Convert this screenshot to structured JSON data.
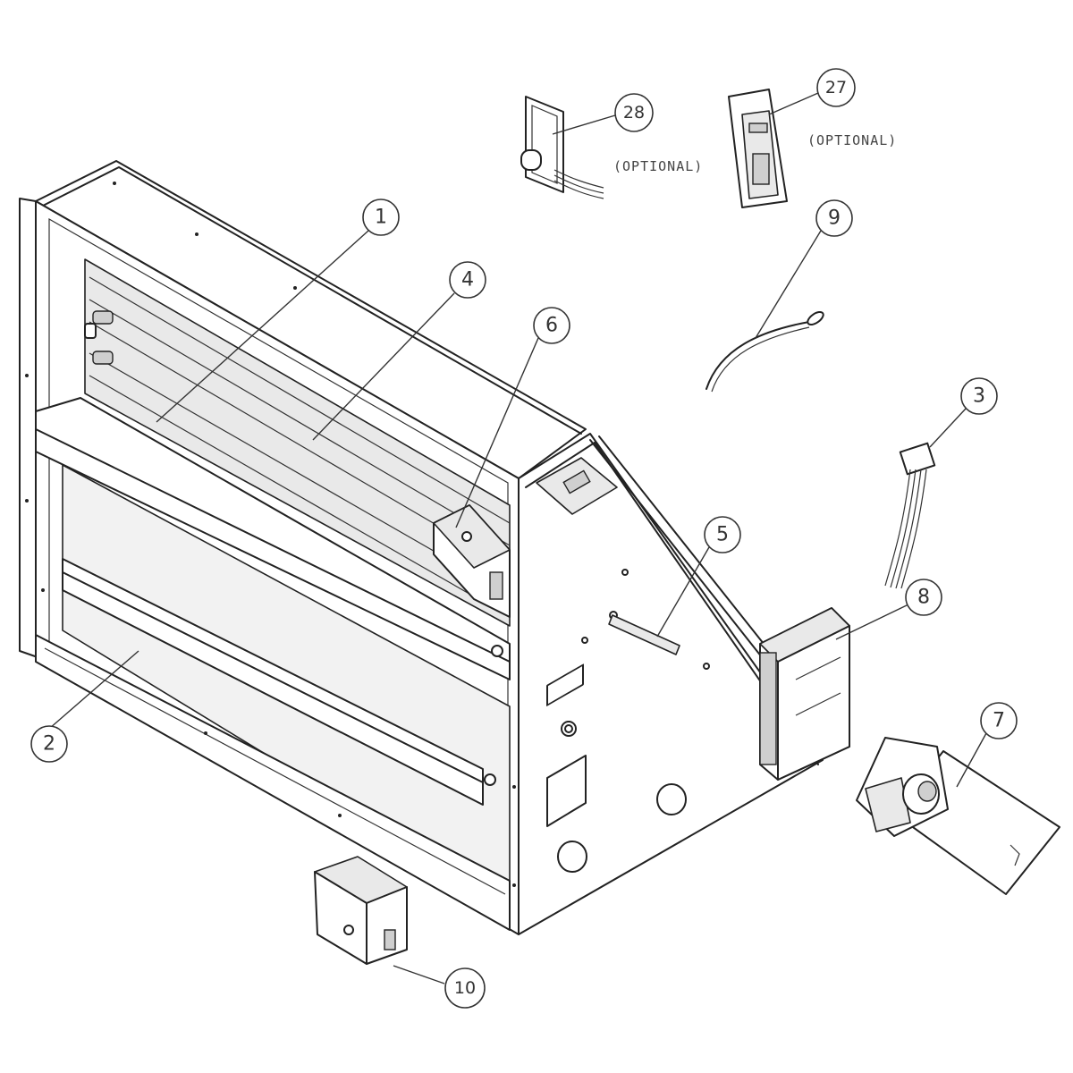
{
  "diagram": {
    "callouts": [
      {
        "id": "1",
        "label": "1"
      },
      {
        "id": "2",
        "label": "2"
      },
      {
        "id": "3",
        "label": "3"
      },
      {
        "id": "4",
        "label": "4"
      },
      {
        "id": "5",
        "label": "5"
      },
      {
        "id": "6",
        "label": "6"
      },
      {
        "id": "7",
        "label": "7"
      },
      {
        "id": "8",
        "label": "8"
      },
      {
        "id": "9",
        "label": "9"
      },
      {
        "id": "10",
        "label": "10"
      },
      {
        "id": "27",
        "label": "27"
      },
      {
        "id": "28",
        "label": "28"
      }
    ],
    "optional_label_28": "(OPTIONAL)",
    "optional_label_27": "(OPTIONAL)"
  }
}
